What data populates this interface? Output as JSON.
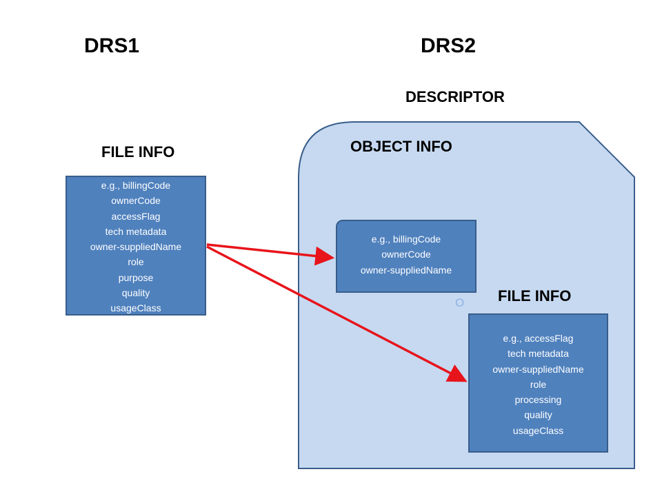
{
  "titles": {
    "drs1": "DRS1",
    "drs2": "DRS2",
    "descriptor": "DESCRIPTOR"
  },
  "left_file_info": {
    "title": "FILE INFO",
    "lines": [
      "e.g., billingCode",
      "ownerCode",
      "accessFlag",
      "tech metadata",
      "owner-suppliedName",
      "role",
      "purpose",
      "quality",
      "usageClass"
    ]
  },
  "object_info": {
    "title": "OBJECT INFO",
    "lines": [
      "e.g., billingCode",
      "ownerCode",
      "owner-suppliedName"
    ]
  },
  "right_file_info": {
    "title": "FILE INFO",
    "lines": [
      "e.g., accessFlag",
      "tech metadata",
      "owner-suppliedName",
      "role",
      "processing",
      "quality",
      "usageClass"
    ]
  },
  "cardinality_label": "O",
  "colors": {
    "descriptor_fill": "#c6d9f1",
    "descriptor_border": "#385d8a",
    "box_fill": "#4f81bd",
    "arrow": "#e8141b"
  }
}
